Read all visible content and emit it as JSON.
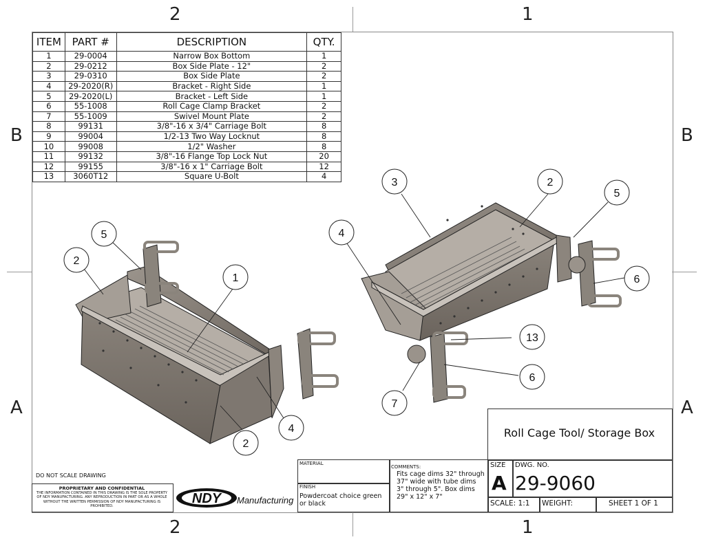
{
  "zones": {
    "top_left": "2",
    "top_right": "1",
    "bottom_left": "2",
    "bottom_right": "1",
    "left_top": "B",
    "left_bottom": "A",
    "right_top": "B",
    "right_bottom": "A"
  },
  "bom": {
    "headers": [
      "ITEM",
      "PART #",
      "DESCRIPTION",
      "QTY."
    ],
    "rows": [
      [
        "1",
        "29-0004",
        "Narrow Box Bottom",
        "1"
      ],
      [
        "2",
        "29-0212",
        "Box Side Plate - 12\"",
        "2"
      ],
      [
        "3",
        "29-0310",
        "Box Side Plate",
        "2"
      ],
      [
        "4",
        "29-2020(R)",
        "Bracket - Right Side",
        "1"
      ],
      [
        "5",
        "29-2020(L)",
        "Bracket - Left Side",
        "1"
      ],
      [
        "6",
        "55-1008",
        "Roll Cage Clamp Bracket",
        "2"
      ],
      [
        "7",
        "55-1009",
        "Swivel Mount Plate",
        "2"
      ],
      [
        "8",
        "99131",
        "3/8\"-16 x 3/4\" Carriage Bolt",
        "8"
      ],
      [
        "9",
        "99004",
        "1/2-13 Two Way Locknut",
        "8"
      ],
      [
        "10",
        "99008",
        "1/2\" Washer",
        "8"
      ],
      [
        "11",
        "99132",
        "3/8\"-16 Flange Top Lock Nut",
        "20"
      ],
      [
        "12",
        "99155",
        "3/8\"-16 x 1\" Carriage Bolt",
        "12"
      ],
      [
        "13",
        "3060T12",
        "Square U-Bolt",
        "4"
      ]
    ]
  },
  "balloons": {
    "left": [
      "5",
      "2",
      "1",
      "2",
      "4"
    ],
    "right": [
      "3",
      "2",
      "5",
      "4",
      "6",
      "13",
      "6",
      "7"
    ]
  },
  "title_block": {
    "title": "Roll Cage Tool/ Storage Box",
    "do_not_scale": "DO NOT SCALE DRAWING",
    "proprietary_heading": "PROPRIETARY AND CONFIDENTIAL",
    "proprietary_text": "THE INFORMATION CONTAINED IN THIS DRAWING IS THE SOLE PROPERTY OF NDY MANUFACTURING. ANY REPRODUCTION IN PART OR AS A WHOLE WITHOUT THE WRITTEN PERMISSION OF NDY MANUFACTURING IS PROHIBITED.",
    "logo_text": "NDY",
    "logo_suffix": "Manufacturing",
    "material_label": "MATERIAL",
    "finish_label": "FINISH",
    "finish_value": "Powdercoat choice green or black",
    "comments_label": "COMMENTS:",
    "comments_value": "Fits cage dims 32\" through 37\" wide with tube dims 3\" through 5\". Box dims 29\" x 12\" x 7\"",
    "size_label": "SIZE",
    "size_value": "A",
    "dwg_label": "DWG.  NO.",
    "dwg_value": "29-9060",
    "scale": "SCALE: 1:1",
    "weight": "WEIGHT:",
    "sheet": "SHEET 1 OF 1"
  }
}
